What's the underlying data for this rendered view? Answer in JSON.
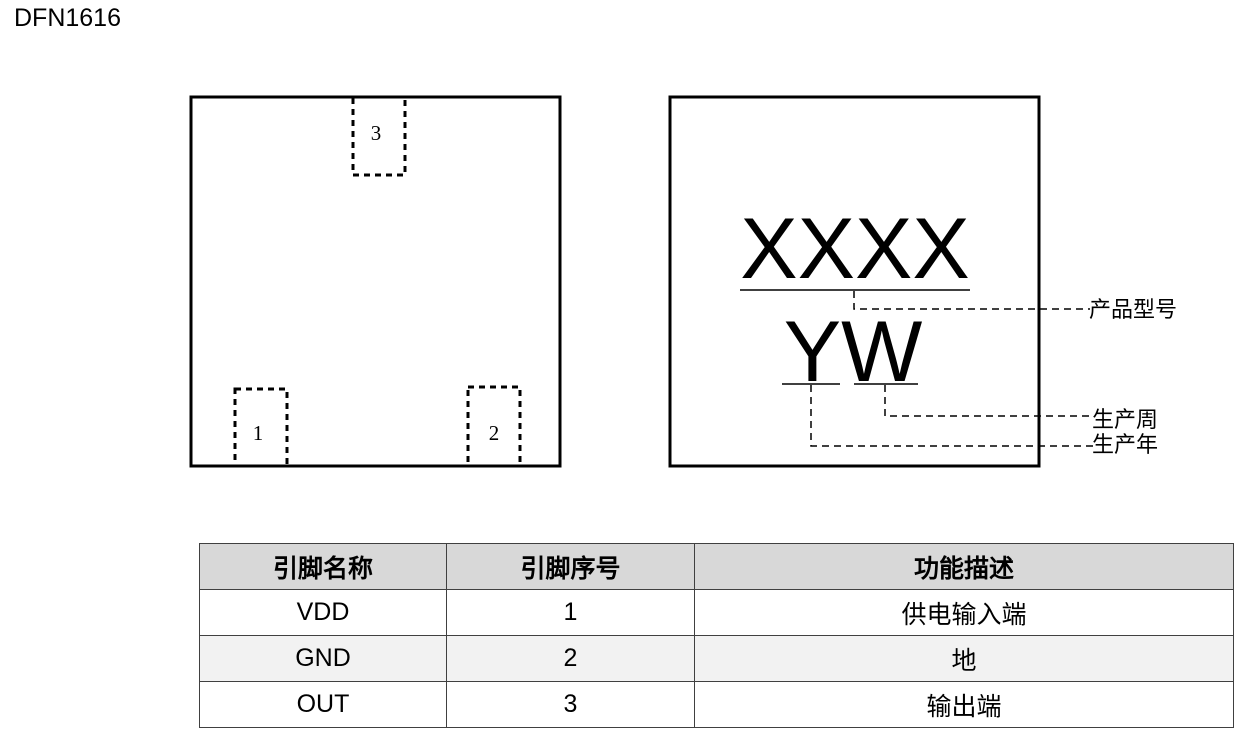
{
  "package_name": "DFN1616",
  "bottom_view": {
    "pins": [
      {
        "number": "3"
      },
      {
        "number": "1"
      },
      {
        "number": "2"
      }
    ]
  },
  "top_view": {
    "marking_line1": "XXXX",
    "marking_line2": "YW",
    "callouts": {
      "product_model": "产品型号",
      "production_week": "生产周",
      "production_year": "生产年"
    }
  },
  "pin_table": {
    "headers": [
      "引脚名称",
      "引脚序号",
      "功能描述"
    ],
    "rows": [
      [
        "VDD",
        "1",
        "供电输入端"
      ],
      [
        "GND",
        "2",
        "地"
      ],
      [
        "OUT",
        "3",
        "输出端"
      ]
    ]
  }
}
